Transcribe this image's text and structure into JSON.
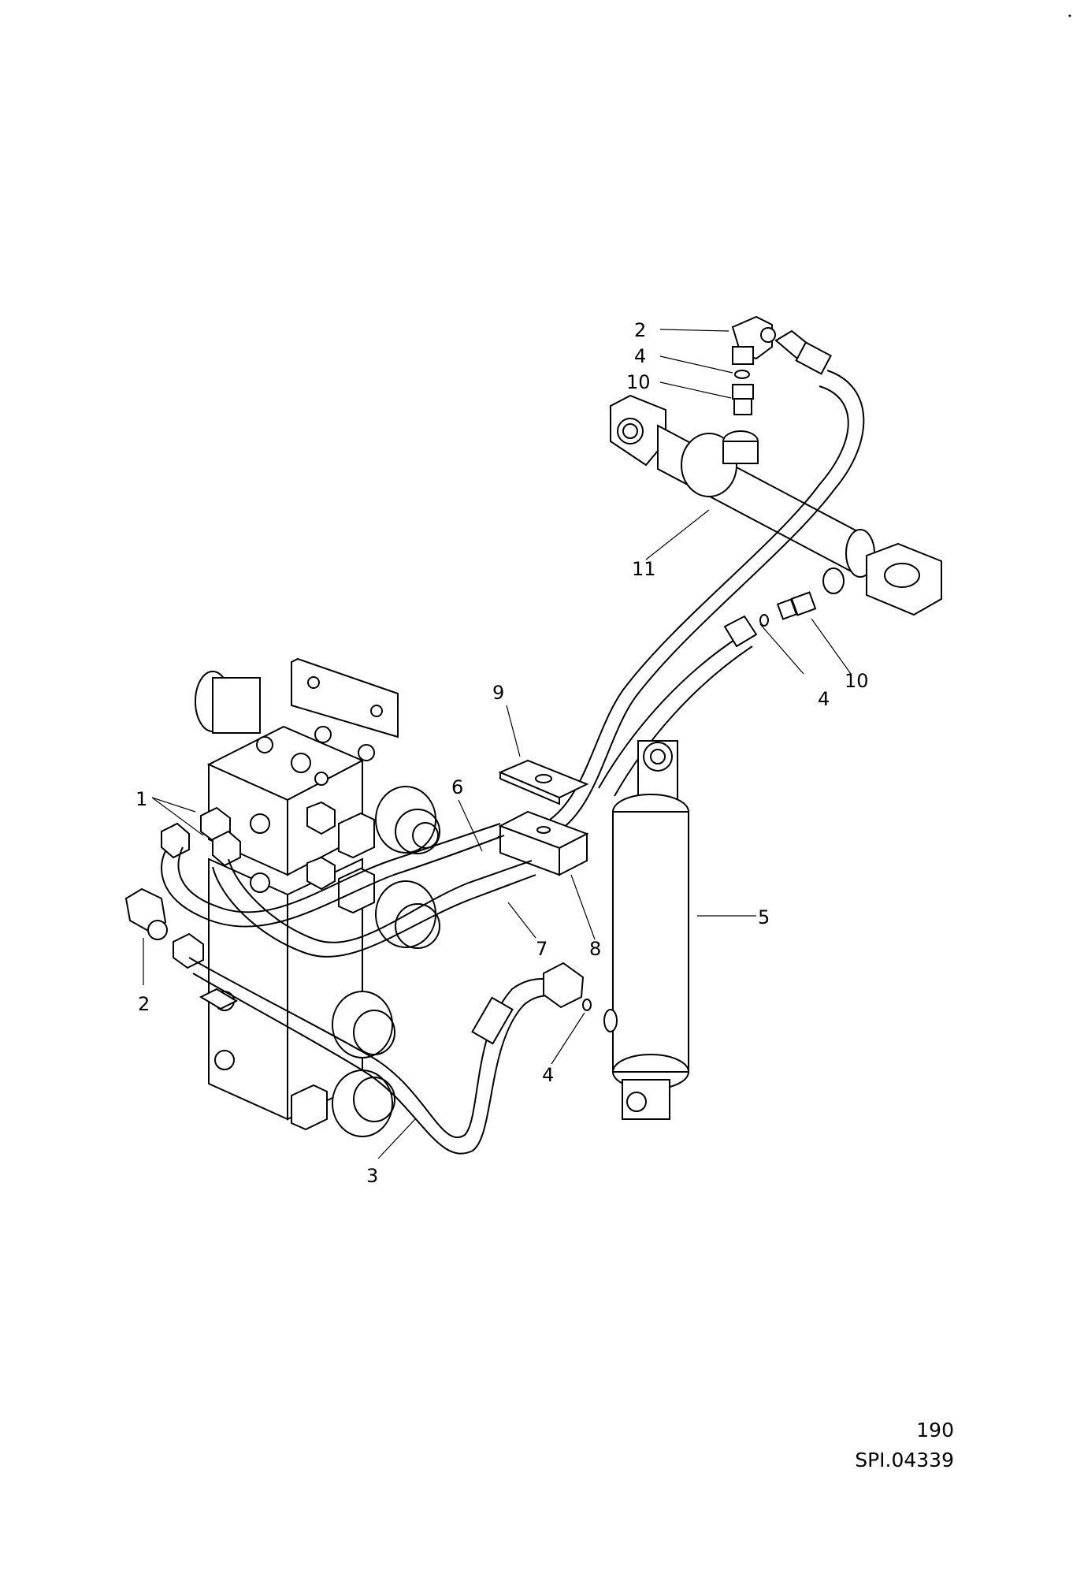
{
  "callouts": [
    {
      "id": "c1",
      "label": "1"
    },
    {
      "id": "c2a",
      "label": "2"
    },
    {
      "id": "c2b",
      "label": "2"
    },
    {
      "id": "c3",
      "label": "3"
    },
    {
      "id": "c4a",
      "label": "4"
    },
    {
      "id": "c4b",
      "label": "4"
    },
    {
      "id": "c4c",
      "label": "4"
    },
    {
      "id": "c5",
      "label": "5"
    },
    {
      "id": "c6",
      "label": "6"
    },
    {
      "id": "c7",
      "label": "7"
    },
    {
      "id": "c8",
      "label": "8"
    },
    {
      "id": "c9",
      "label": "9"
    },
    {
      "id": "c10a",
      "label": "10"
    },
    {
      "id": "c10b",
      "label": "10"
    },
    {
      "id": "c11",
      "label": "11"
    }
  ],
  "footer": {
    "page_number": "190",
    "drawing_ref": "SPI.04339"
  }
}
